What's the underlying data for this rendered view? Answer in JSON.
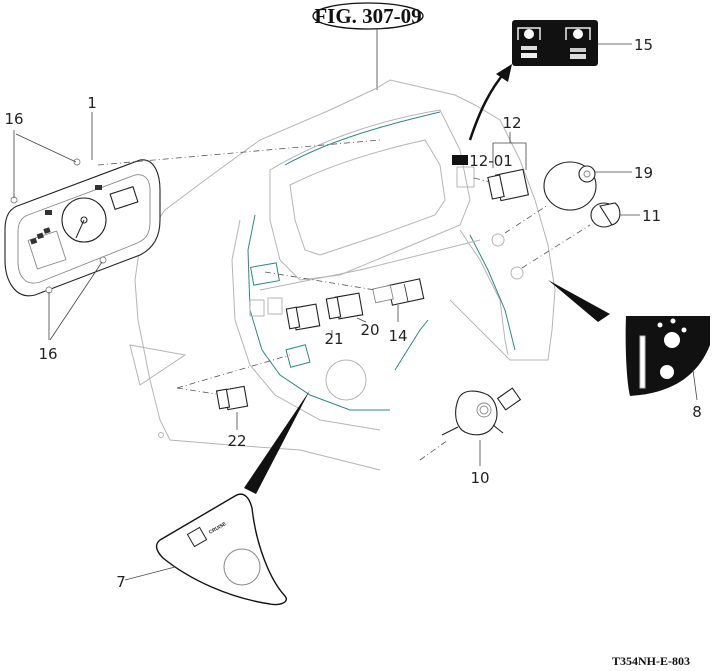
{
  "figure": {
    "title": "FIG. 307-09",
    "drawing_code": "T354NH-E-803"
  },
  "callouts": {
    "c1": "1",
    "c16_top": "16",
    "c16_bottom": "16",
    "c12": "12",
    "c12_01": "12-01",
    "c15": "15",
    "c19": "19",
    "c11": "11",
    "c21": "21",
    "c20": "20",
    "c14": "14",
    "c22": "22",
    "c10": "10",
    "c8": "8",
    "c7": "7"
  },
  "decals": {
    "cruise_label": "CRUISE"
  },
  "colors": {
    "outline": "#b5b5b5",
    "accent_teal": "#2a8a86",
    "ink": "#111111"
  }
}
